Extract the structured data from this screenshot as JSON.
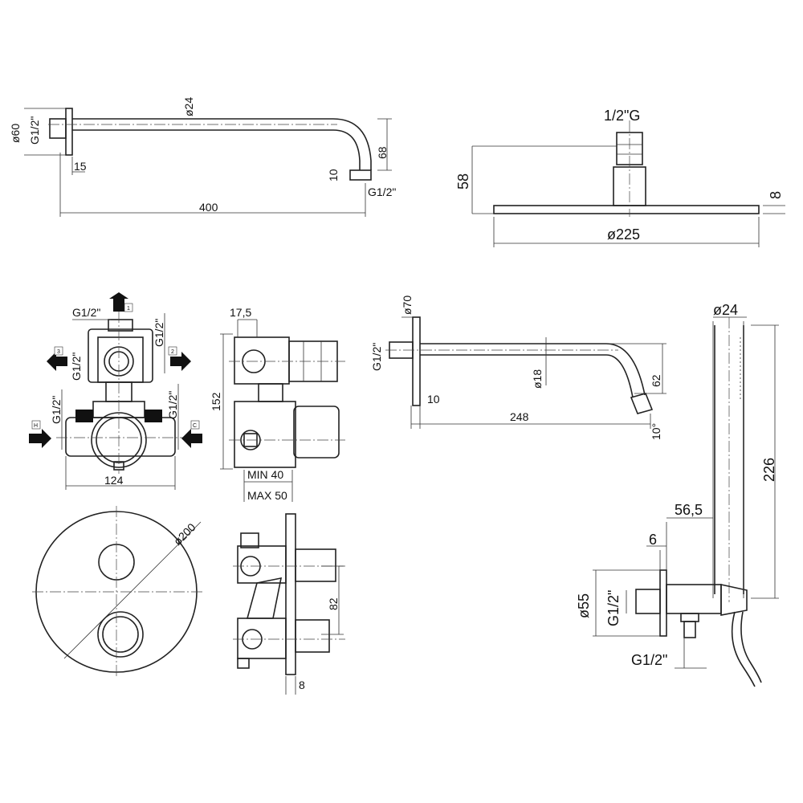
{
  "shower_arm": {
    "flange_dia": "ø60",
    "thread": "G1/2\"",
    "pipe_dia": "ø24",
    "depth": "15",
    "length": "400",
    "drop": "68",
    "outlet": "10",
    "outlet_thread": "G1/2\""
  },
  "shower_head": {
    "thread": "1/2\"G",
    "height": "58",
    "plate_thickness": "8",
    "diameter": "ø225"
  },
  "valve_front": {
    "outlet_top": "G1/2\"",
    "outlet_right": "G1/2\"",
    "outlet_left": "G1/2\"",
    "inlet_hot": "G1/2\"",
    "inlet_cold": "G1/2\"",
    "width": "124",
    "arrows": [
      "1",
      "2",
      "3",
      "H",
      "C"
    ]
  },
  "valve_side": {
    "offset": "17,5",
    "height": "152",
    "min_depth": "MIN 40",
    "max_depth": "MAX 50"
  },
  "spout": {
    "flange_dia": "ø70",
    "thread": "G1/2\"",
    "pipe_dia": "ø18",
    "drop": "62",
    "flange_depth": "10",
    "length": "248",
    "angle": "10°"
  },
  "hand_shower": {
    "handle_dia": "ø24",
    "handle_length": "226",
    "outlet_projection": "56,5",
    "plate_depth": "6",
    "flange_dia": "ø55",
    "wall_thread": "G1/2\"",
    "hose_thread": "G1/2\""
  },
  "trim_plate": {
    "diameter": "ø200",
    "handle_spacing": "82",
    "plate_thickness": "8"
  }
}
